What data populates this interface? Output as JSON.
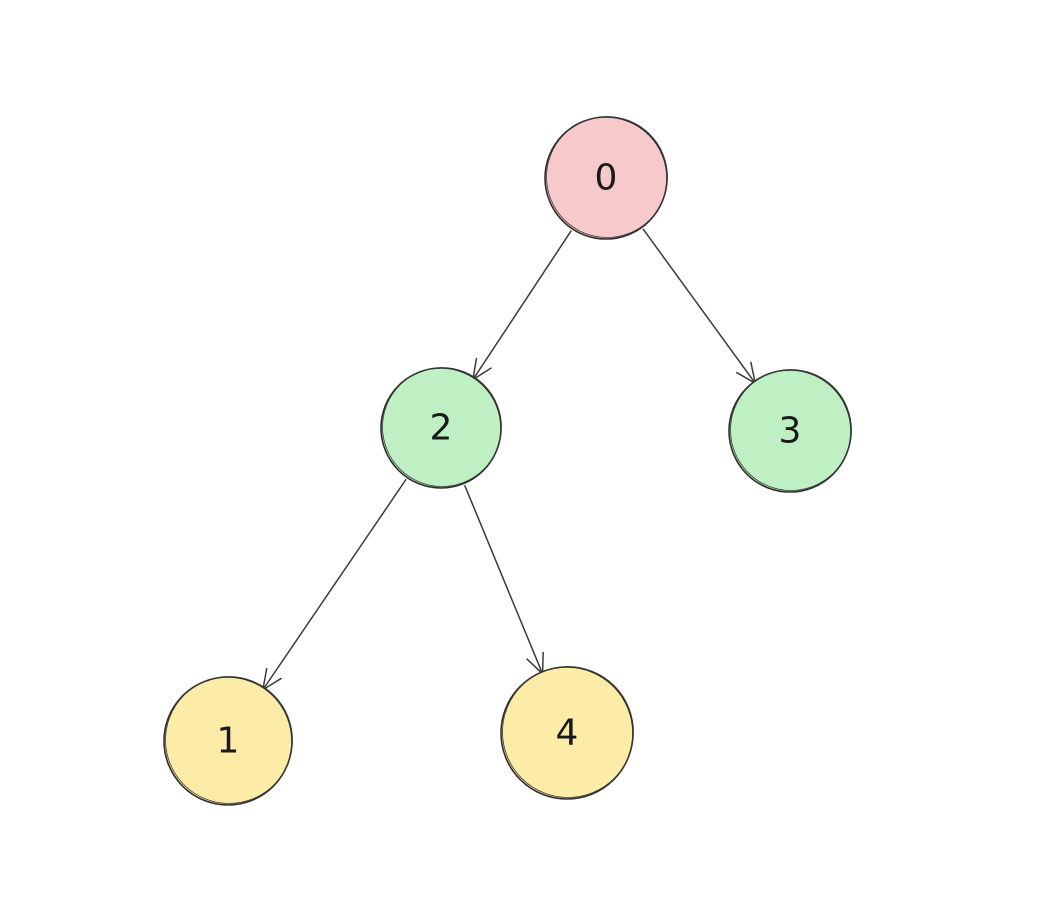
{
  "diagram": {
    "type": "tree",
    "nodes": [
      {
        "id": "n0",
        "label": "0",
        "color": "#f8c9cb"
      },
      {
        "id": "n2",
        "label": "2",
        "color": "#bff0c3"
      },
      {
        "id": "n3",
        "label": "3",
        "color": "#bff0c3"
      },
      {
        "id": "n1",
        "label": "1",
        "color": "#fdeca7"
      },
      {
        "id": "n4",
        "label": "4",
        "color": "#fdeca7"
      }
    ],
    "edges": [
      {
        "from": "n0",
        "to": "n2"
      },
      {
        "from": "n0",
        "to": "n3"
      },
      {
        "from": "n2",
        "to": "n1"
      },
      {
        "from": "n2",
        "to": "n4"
      }
    ]
  }
}
